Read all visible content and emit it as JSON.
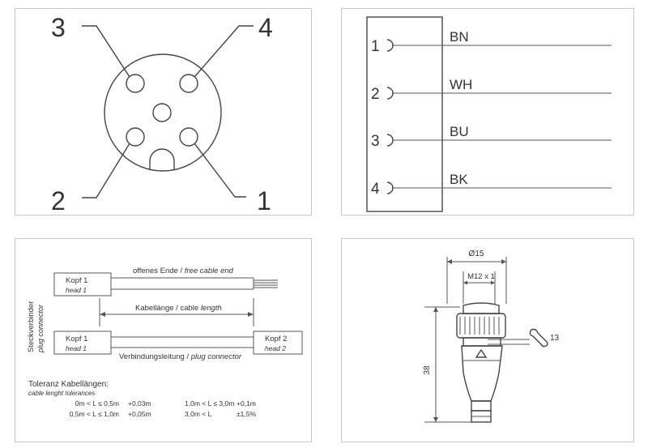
{
  "pinout": {
    "pin_labels": [
      "3",
      "4",
      "2",
      "1"
    ]
  },
  "wiring": {
    "rows": [
      {
        "pin": "1",
        "color": "BN"
      },
      {
        "pin": "2",
        "color": "WH"
      },
      {
        "pin": "3",
        "color": "BU"
      },
      {
        "pin": "4",
        "color": "BK"
      }
    ]
  },
  "cable": {
    "side_label": "Steckverbinder",
    "side_label_en": "plug connector",
    "head1_label": "Kopf 1",
    "head1_label_en": "head 1",
    "head1b_label": "Kopf 1",
    "head1b_label_en": "head 1",
    "head2_label": "Kopf 2",
    "head2_label_en": "head 2",
    "free_end": "offenes Ende / ",
    "free_end_en": "free cable end",
    "length": "Kabellänge / cable ",
    "length_en": "length",
    "connection": "Verbindungsleitung / ",
    "connection_en": "plug connector",
    "tolerance_title": "Toleranz Kabellängen:",
    "tolerance_title_en": "cable lenght tolerances",
    "tolerances": [
      {
        "range": "0m < L ≤ 0,5m",
        "tol": "+0,03m"
      },
      {
        "range": "0,5m < L ≤ 1,0m",
        "tol": "+0,05m"
      },
      {
        "range": "1,0m < L ≤ 3,0m",
        "tol": "+0,1m"
      },
      {
        "range": "3,0m < L",
        "tol": "±1,5%"
      }
    ]
  },
  "dimensions": {
    "diameter": "Ø15",
    "thread": "M12 x 1",
    "height": "38",
    "wrench": "13"
  }
}
